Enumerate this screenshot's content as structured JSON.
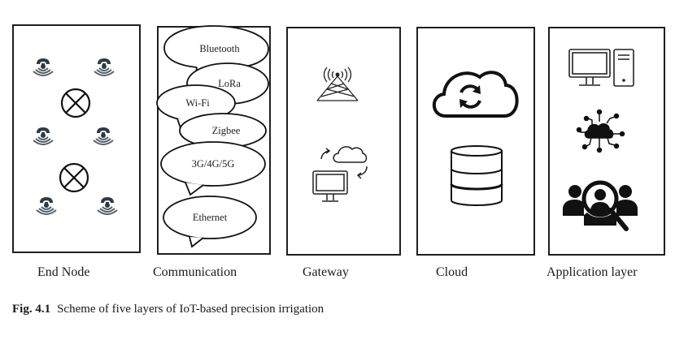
{
  "figure": {
    "number": "Fig. 4.1",
    "caption": "Scheme of five layers of IoT-based precision irrigation"
  },
  "layers": [
    {
      "label": "End Node",
      "icons": [
        "sensor-icon",
        "sensor-icon",
        "valve-icon",
        "sensor-icon",
        "sensor-icon",
        "valve-icon",
        "sensor-icon",
        "sensor-icon"
      ]
    },
    {
      "label": "Communication",
      "protocols": [
        "Bluetooth",
        "LoRa",
        "Wi-Fi",
        "Zigbee",
        "3G/4G/5G",
        "Ethernet"
      ]
    },
    {
      "label": "Gateway",
      "icons": [
        "antenna-tower-icon",
        "computer-cloud-sync-icon"
      ]
    },
    {
      "label": "Cloud",
      "icons": [
        "cloud-sync-icon",
        "database-icon"
      ]
    },
    {
      "label": "Application layer",
      "icons": [
        "desktop-computer-icon",
        "cloud-network-icon",
        "user-search-icon"
      ]
    }
  ]
}
